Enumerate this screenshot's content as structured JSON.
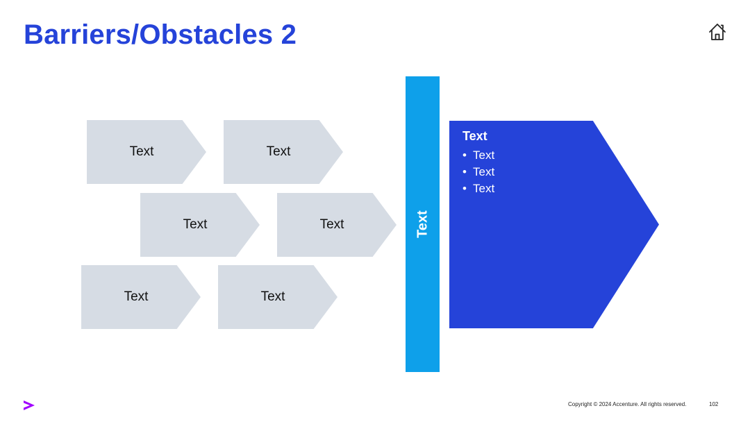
{
  "slide": {
    "title": "Barriers/Obstacles 2",
    "home_icon": "home-icon",
    "accent_color": "#2543d9",
    "bar_color": "#0ea0ea",
    "chevron_color": "#d6dce4"
  },
  "chevrons": [
    {
      "label": "Text"
    },
    {
      "label": "Text"
    },
    {
      "label": "Text"
    },
    {
      "label": "Text"
    },
    {
      "label": "Text"
    },
    {
      "label": "Text"
    }
  ],
  "bar": {
    "label": "Text"
  },
  "outcome": {
    "heading": "Text",
    "bullets": [
      "Text",
      "Text",
      "Text"
    ]
  },
  "footer": {
    "logo_icon": "accenture-chevron-icon",
    "copyright": "Copyright © 2024 Accenture. All rights reserved.",
    "page_number": "102"
  }
}
